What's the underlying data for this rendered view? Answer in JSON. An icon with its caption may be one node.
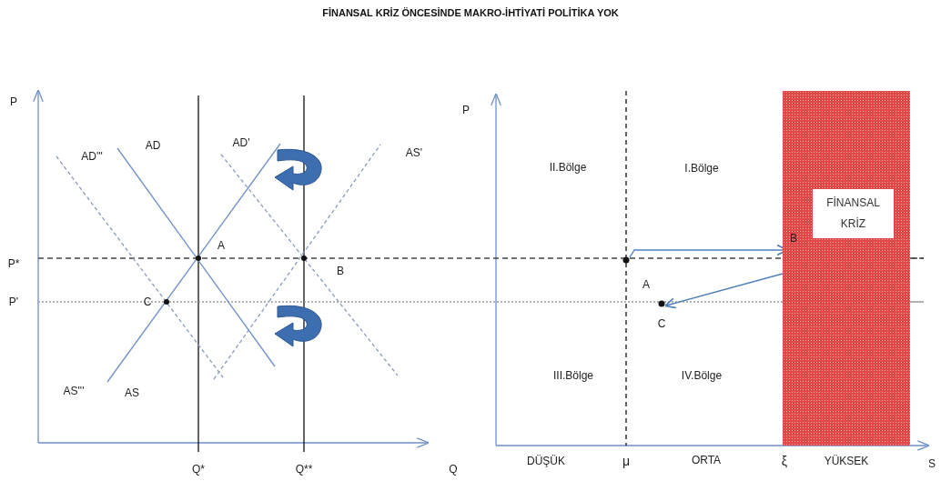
{
  "diagram": {
    "title": "FİNANSAL KRİZ ÖNCESİNDE MAKRO-İHTİYATİ POLİTİKA YOK",
    "nodes": [
      {
        "text": [],
        "shape": "box"
      },
      {
        "text": [
          "FİNANSAL KRİZ"
        ],
        "in": 0
      },
      {
        "text": [],
        "shape": "circle"
      },
      {
        "text": [
          "B"
        ],
        "in": 0
      },
      {
        "text": [],
        "shape": "circle",
        "beside": [
          "C"
        ]
      }
    ],
    "edges": [
      {
        "from": 2,
        "to": 3,
        "arrow": "to"
      },
      {
        "from": 0,
        "to": 4,
        "arrow": "to"
      }
    ],
    "labels": [
      "P",
      "AD'''",
      "AD",
      "AD'",
      "AS'",
      "A",
      "P*",
      "B",
      "P'",
      "C",
      "AS'''",
      "AS",
      "Q*",
      "Q**",
      "Q",
      "P",
      "II.Bölge",
      "I.Bölge",
      "A",
      "III.Bölge",
      "IV.Bölge",
      "DÜŞÜK",
      "μ",
      "ORTA",
      "ξ",
      "YÜKSEK",
      "S"
    ]
  }
}
